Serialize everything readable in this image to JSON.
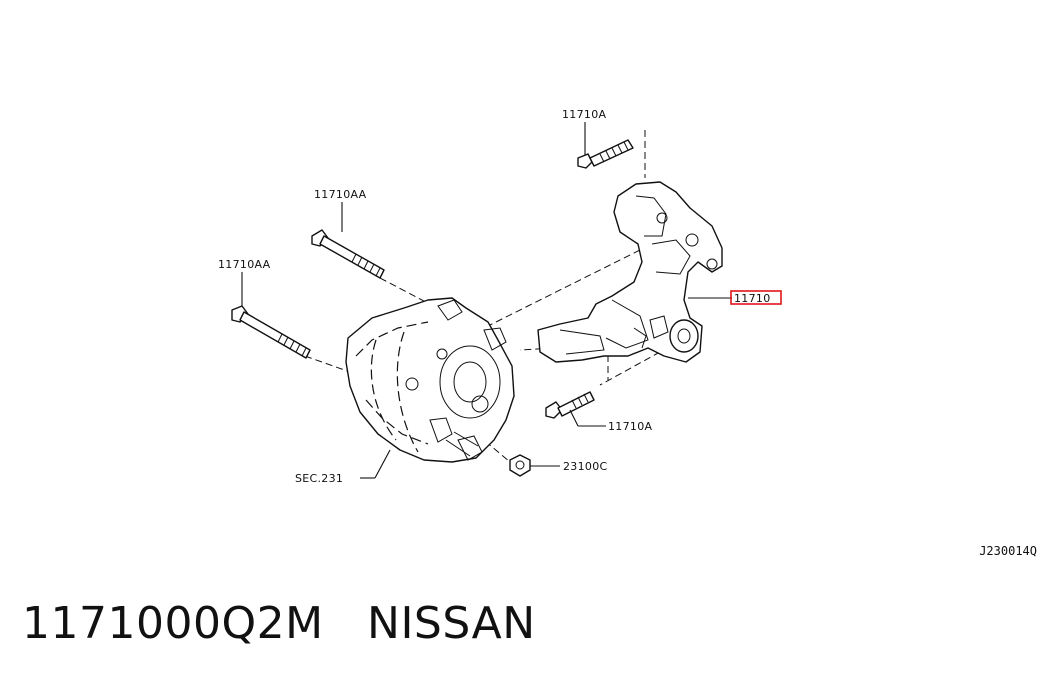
{
  "callouts": {
    "bolt_top": "11710A",
    "long_bolt_upper": "11710AA",
    "long_bolt_lower": "11710AA",
    "bracket": "11710",
    "bolt_bottom": "11710A",
    "nut": "23100C",
    "alternator_section": "SEC.231"
  },
  "highlight_color": "#e0151a",
  "diagram_code": "J230014Q",
  "footer": {
    "part_number": "1171000Q2M",
    "brand": "NISSAN"
  }
}
